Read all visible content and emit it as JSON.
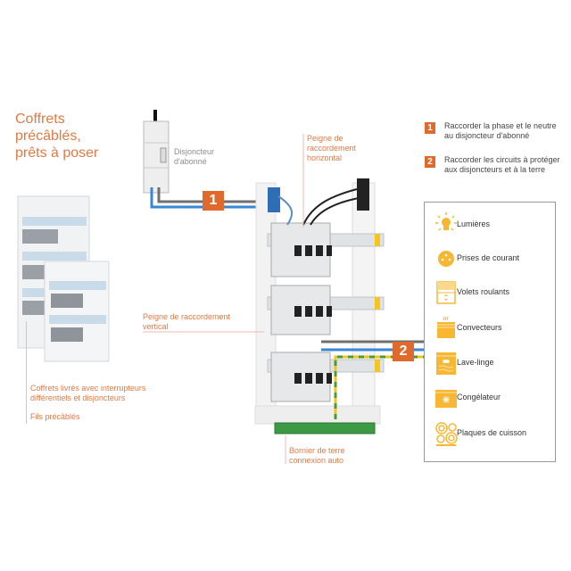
{
  "title": {
    "line1": "Coffrets",
    "line2": "précâblés,",
    "line3": "prêts à poser"
  },
  "labels": {
    "disjoncteur_line1": "Disjoncteur",
    "disjoncteur_line2": "d'abonné",
    "peigne_h_line1": "Peigne de",
    "peigne_h_line2": "raccordement",
    "peigne_h_line3": "horizontal",
    "peigne_v_line1": "Peigne de raccordement",
    "peigne_v_line2": "vertical",
    "bornier_line1": "Bornier de terre",
    "bornier_line2": "connexion auto",
    "coffrets_line1": "Coffrets livrés avec interrupteurs",
    "coffrets_line2": "différentiels et disjoncteurs",
    "fils": "Fils précâblés"
  },
  "badges": {
    "one": "1",
    "two": "2"
  },
  "steps": [
    {
      "number": "1",
      "line1": "Raccorder la phase et le neutre",
      "line2": "au disjoncteur d'abonné"
    },
    {
      "number": "2",
      "line1": "Raccorder les circuits à protéger",
      "line2": "aux disjoncteurs et à la terre"
    }
  ],
  "legend": [
    {
      "icon": "lightbulb-icon",
      "label": "Lumières"
    },
    {
      "icon": "socket-icon",
      "label": "Prises de courant"
    },
    {
      "icon": "roller-shutter-icon",
      "label": "Volets roulants"
    },
    {
      "icon": "convector-icon",
      "label": "Convecteurs"
    },
    {
      "icon": "washing-machine-icon",
      "label": "Lave-linge"
    },
    {
      "icon": "freezer-icon",
      "label": "Congélateur"
    },
    {
      "icon": "cooktop-icon",
      "label": "Plaques de cuisson"
    }
  ],
  "colors": {
    "accent_orange": "#e06a2c",
    "text_orange": "#e07a45",
    "icon_yellow": "#f7b733",
    "wire_blue": "#3a86d6",
    "wire_gray": "#6f6f6f",
    "wire_green": "#4a9a3a",
    "wire_yellow": "#f0c419"
  }
}
